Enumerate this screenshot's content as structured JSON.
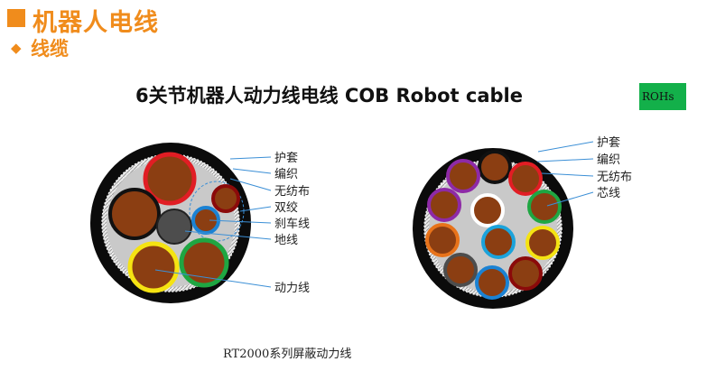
{
  "header": {
    "title": "机器人电线",
    "subtitle": "线缆"
  },
  "main_title": "6关节机器人动力线电线 COB Robot cable",
  "rohs_label": "ROHs",
  "caption": "RT2000系列屏蔽动力线",
  "left_labels": [
    "护套",
    "编织",
    "无纺布",
    "双绞",
    "刹车线",
    "地线",
    "动力线"
  ],
  "right_labels": [
    "护套",
    "编织",
    "无纺布",
    "芯线"
  ],
  "colors": {
    "accent": "#f08c1c",
    "rohs_bg": "#13b04a",
    "jacket": "#0b0b0b",
    "filler": "#c9c9c9",
    "conductor": "#8b3e12",
    "leader_line": "#3b8fd6"
  }
}
